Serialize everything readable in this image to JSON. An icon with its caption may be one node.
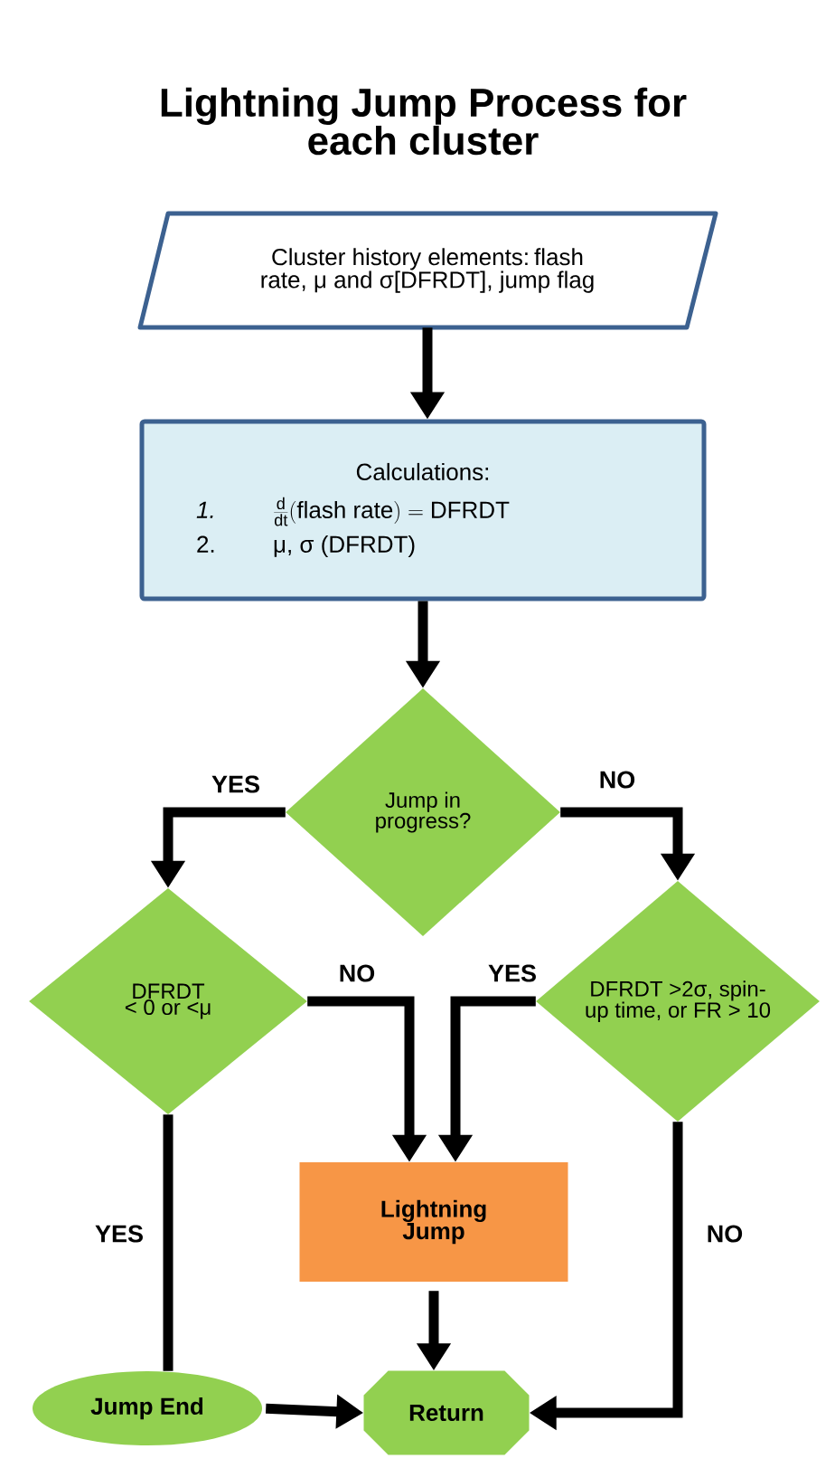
{
  "diagram": {
    "title": "Lightning Jump Process for each cluster",
    "nodes": [
      {
        "text": [
          "Cluster history elements: flash rate, μ and σ[DFRDT], jump flag"
        ]
      },
      {
        "text": [
          "Calculations:",
          "1.",
          "\\frac{\\mathrm{d}}{\\mathrm{dt}}(\\mathrm{flash\\ rate}) = \\mathrm{DFRDT}",
          "2.",
          "μ, σ (DFRDT)"
        ]
      },
      {
        "text": [
          "Jump in progress?"
        ]
      },
      {
        "text": [
          "DFRDT < 0 or <μ"
        ]
      },
      {
        "text": [
          "DFRDT >2σ, spin-up time, or FR > 10"
        ]
      },
      {
        "text": [
          "Lightning Jump"
        ]
      },
      {
        "text": [
          "Jump End"
        ]
      },
      {
        "text": [
          "Return"
        ]
      }
    ],
    "edges": [
      {
        "from": 0,
        "to": 1,
        "arrow": "to"
      },
      {
        "from": 1,
        "to": 2,
        "arrow": "to"
      },
      {
        "from": 2,
        "to": 3,
        "arrow": "to",
        "label": "YES"
      },
      {
        "from": 2,
        "to": 4,
        "arrow": "to",
        "label": "NO"
      },
      {
        "from": 3,
        "to": 5,
        "arrow": "to",
        "label": "NO"
      },
      {
        "from": 4,
        "to": 5,
        "arrow": "to",
        "label": "YES"
      },
      {
        "from": 3,
        "to": 6,
        "arrow": "none",
        "label": "YES"
      },
      {
        "from": 5,
        "to": 7,
        "arrow": "to"
      },
      {
        "from": 6,
        "to": 7,
        "arrow": "to"
      },
      {
        "from": 4,
        "to": 7,
        "arrow": "to",
        "label": "NO"
      }
    ]
  }
}
